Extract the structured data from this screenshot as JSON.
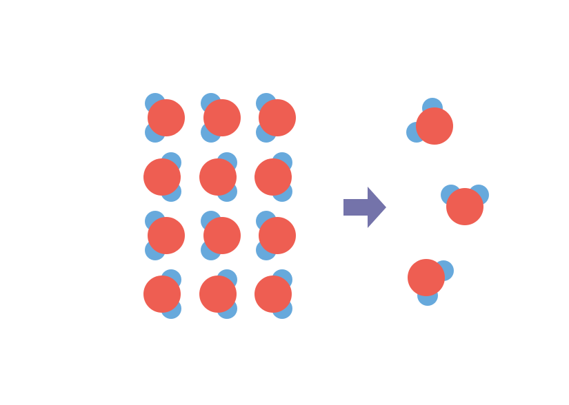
{
  "diagram": {
    "colors": {
      "oxygen": "#ee5e52",
      "hydrogen": "#67a9dc",
      "arrow": "#7473aa",
      "background": "#ffffff"
    },
    "lattice": {
      "rows": 4,
      "columns": 3,
      "molecule_count": 12
    },
    "free_molecules": {
      "molecule_count": 3
    },
    "arrow_icon": "arrow-right-icon"
  }
}
